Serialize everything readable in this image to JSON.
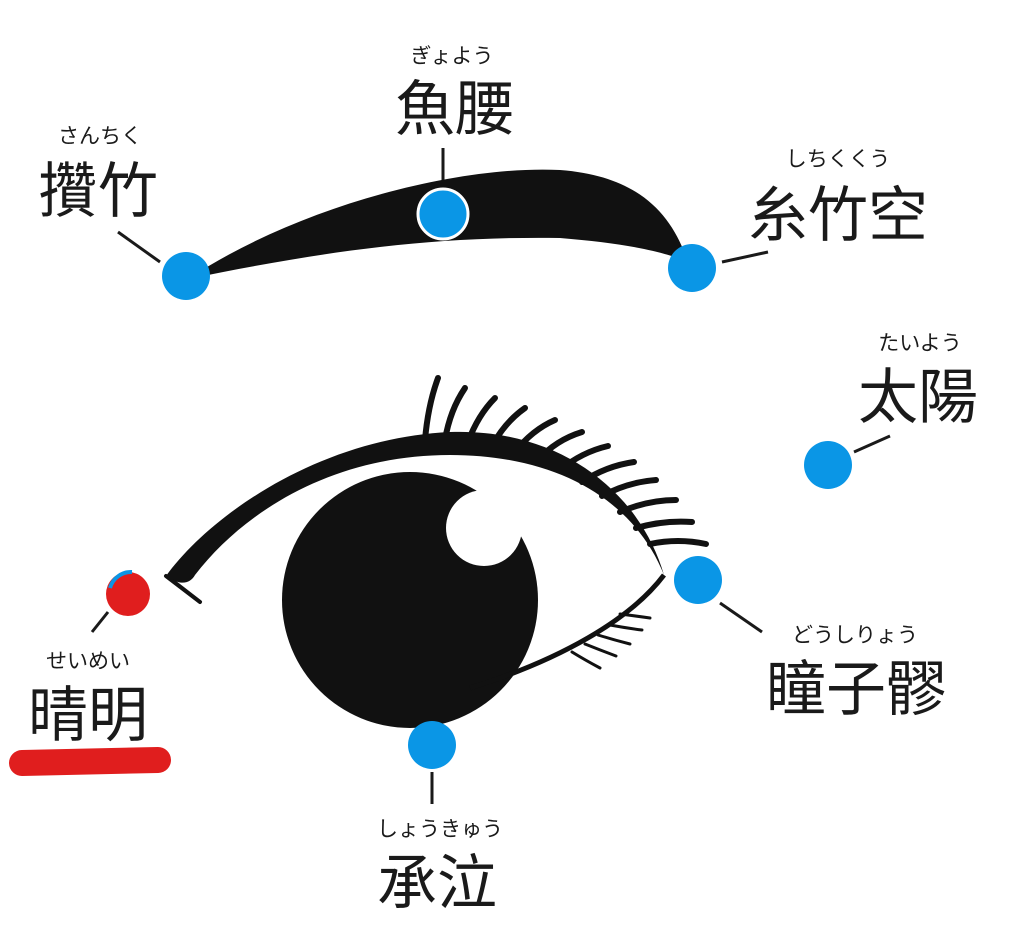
{
  "colors": {
    "point": "#0a96e6",
    "highlight": "#e01e1e",
    "ink": "#111111",
    "leader": "#1a1a1a"
  },
  "points": {
    "sanchiku": {
      "kanji": "攢竹",
      "reading": "さんちく"
    },
    "gyoyou": {
      "kanji": "魚腰",
      "reading": "ぎょよう"
    },
    "shichikukuu": {
      "kanji": "糸竹空",
      "reading": "しちくくう"
    },
    "taiyou": {
      "kanji": "太陽",
      "reading": "たいよう"
    },
    "seimei": {
      "kanji": "晴明",
      "reading": "せいめい"
    },
    "doushiryou": {
      "kanji": "瞳子髎",
      "reading": "どうしりょう"
    },
    "shoukyuu": {
      "kanji": "承泣",
      "reading": "しょうきゅう"
    }
  }
}
